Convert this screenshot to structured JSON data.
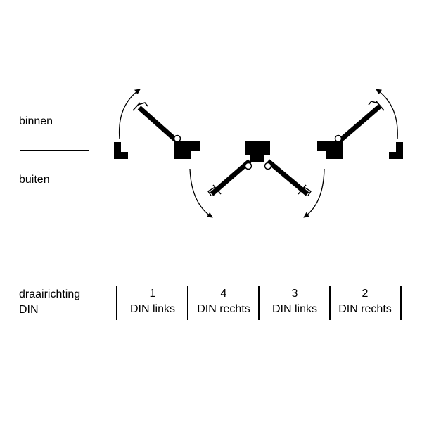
{
  "labels": {
    "inside": "binnen",
    "outside": "buiten",
    "direction_line1": "draairichting",
    "direction_line2": "DIN"
  },
  "columns": [
    {
      "number": "1",
      "name": "DIN links"
    },
    {
      "number": "4",
      "name": "DIN rechts"
    },
    {
      "number": "3",
      "name": "DIN links"
    },
    {
      "number": "2",
      "name": "DIN rechts"
    }
  ],
  "colors": {
    "ink": "#000000",
    "background": "#ffffff"
  }
}
